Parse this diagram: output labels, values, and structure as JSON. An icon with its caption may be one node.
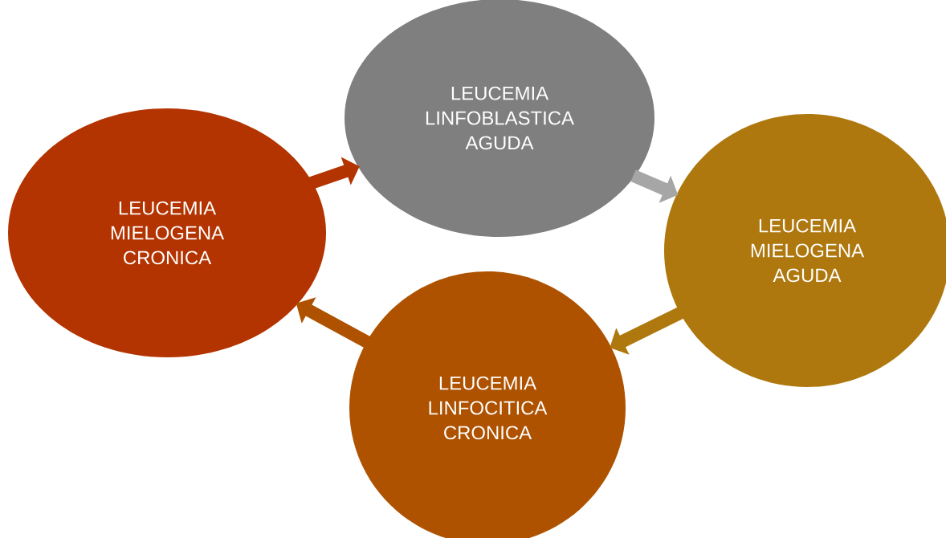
{
  "diagram": {
    "nodes": [
      {
        "text": [
          "LEUCEMIA LINFOBLASTICA AGUDA"
        ]
      },
      {
        "text": [
          "LEUCEMIA MIELOGENA AGUDA"
        ]
      },
      {
        "text": [
          "LEUCEMIA LINFOCITICA CRONICA"
        ]
      },
      {
        "text": [
          "LEUCEMIA MIELOGENA CRONICA"
        ]
      }
    ],
    "edges": [
      {
        "from": 3,
        "to": 0,
        "arrow": "to",
        "color": "#b33400"
      },
      {
        "from": 0,
        "to": 1,
        "arrow": "to",
        "color": "#a6a6a6"
      },
      {
        "from": 1,
        "to": 2,
        "arrow": "to",
        "color": "#ae780e"
      },
      {
        "from": 2,
        "to": 3,
        "arrow": "to",
        "color": "#ae5200"
      }
    ]
  }
}
